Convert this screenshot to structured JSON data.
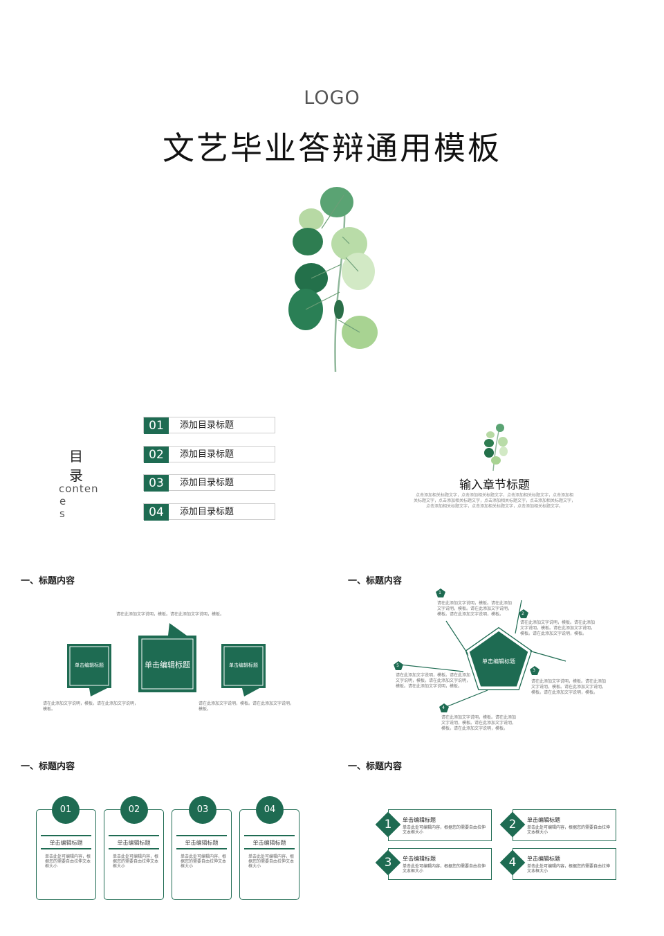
{
  "cover": {
    "logo": "LOGO",
    "title": "文艺毕业答辩通用模板"
  },
  "toc": {
    "heading": "目录",
    "heading_en_line1": "conten",
    "heading_en_line2": "e s",
    "items": [
      {
        "num": "01",
        "label": "添加目录标题"
      },
      {
        "num": "02",
        "label": "添加目录标题"
      },
      {
        "num": "03",
        "label": "添加目录标题"
      },
      {
        "num": "04",
        "label": "添加目录标题"
      }
    ]
  },
  "chapter": {
    "title": "输入章节标题",
    "desc1": "点击添加相关标题文字，点击添加相关标题文字，点击添加相关标题文字，点击添加相",
    "desc2": "关标题文字，点击添加相关标题文字，点击添加相关标题文字，点击添加相关标题文字，",
    "desc3": "点击添加相关标题文字，点击添加相关标题文字，点击添加相关标题文字。"
  },
  "slide3": {
    "heading": "一、标题内容",
    "top_desc": "请在此添加文字说明，模板。请在此添加文字说明，模板。",
    "left_label": "单击编辑标题",
    "center_label": "单击编辑标题",
    "right_label": "单击编辑标题",
    "left_desc": "请在此添加文字说明，模板。请在此添加文字说明，模板。",
    "right_desc": "请在此添加文字说明，模板。请在此添加文字说明，模板。"
  },
  "slide4": {
    "heading": "一、标题内容",
    "center_label": "单击编辑标题",
    "items": [
      {
        "num": "1",
        "text": "请在此添加文字说明，模板。请在此添加文字说明，模板。请在此添加文字说明，模板。请在此添加文字说明，模板。"
      },
      {
        "num": "2",
        "text": "请在此添加文字说明，模板。请在此添加文字说明，模板。请在此添加文字说明，模板。请在此添加文字说明，模板。"
      },
      {
        "num": "3",
        "text": "请在此添加文字说明，模板。请在此添加文字说明，模板。请在此添加文字说明，模板。请在此添加文字说明，模板。"
      },
      {
        "num": "4",
        "text": "请在此添加文字说明，模板。请在此添加文字说明，模板。请在此添加文字说明，模板。请在此添加文字说明，模板。"
      },
      {
        "num": "5",
        "text": "请在此添加文字说明，模板。请在此添加文字说明，模板。请在此添加文字说明，模板。请在此添加文字说明，模板。"
      }
    ]
  },
  "slide5": {
    "heading": "一、标题内容",
    "cards": [
      {
        "num": "01",
        "title": "单击编辑标题",
        "text": "单击此处可编辑内容，根据您的需要自由拉伸文本框大小"
      },
      {
        "num": "02",
        "title": "单击编辑标题",
        "text": "单击此处可编辑内容，根据您的需要自由拉伸文本框大小"
      },
      {
        "num": "03",
        "title": "单击编辑标题",
        "text": "单击此处可编辑内容，根据您的需要自由拉伸文本框大小"
      },
      {
        "num": "04",
        "title": "单击编辑标题",
        "text": "单击此处可编辑内容，根据您的需要自由拉伸文本框大小"
      }
    ]
  },
  "slide6": {
    "heading": "一、标题内容",
    "boxes": [
      {
        "num": "1",
        "title": "单击编辑标题",
        "text": "单击此处可编辑内容，根据您的需要自由拉伸文本框大小"
      },
      {
        "num": "2",
        "title": "单击编辑标题",
        "text": "单击此处可编辑内容，根据您的需要自由拉伸文本框大小"
      },
      {
        "num": "3",
        "title": "单击编辑标题",
        "text": "单击此处可编辑内容，根据您的需要自由拉伸文本框大小"
      },
      {
        "num": "4",
        "title": "单击编辑标题",
        "text": "单击此处可编辑内容，根据您的需要自由拉伸文本框大小"
      }
    ]
  },
  "colors": {
    "accent": "#1e6b52",
    "border": "#cccccc"
  },
  "icons": {
    "cover": "eucalyptus-branch-icon",
    "chapter": "small-eucalyptus-icon"
  }
}
